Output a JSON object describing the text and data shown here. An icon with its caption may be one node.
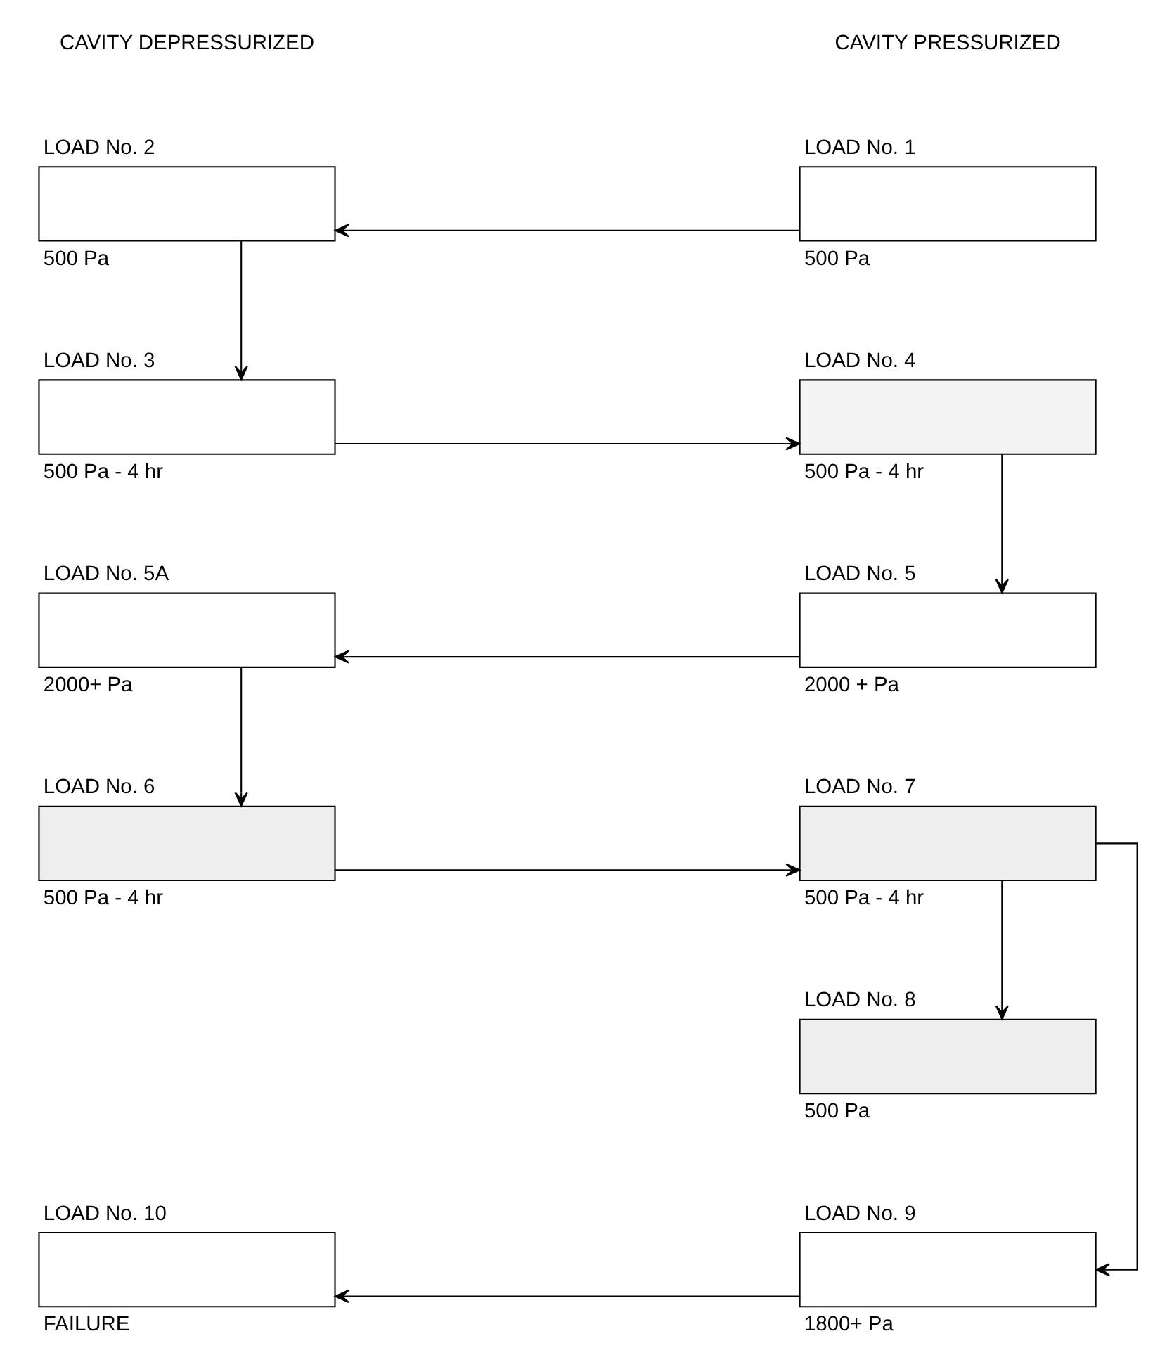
{
  "diagram": {
    "nodes": [
      {
        "text": [
          "LOAD No. 2"
        ],
        "beside": [
          "500 Pa"
        ]
      },
      {
        "text": [
          "LOAD No. 1"
        ],
        "beside": [
          "500 Pa"
        ]
      },
      {
        "text": [
          "LOAD No. 3"
        ],
        "beside": [
          "500 Pa - 4 hr"
        ]
      },
      {
        "text": [
          "LOAD No. 4"
        ],
        "beside": [
          "500 Pa - 4 hr"
        ]
      },
      {
        "text": [
          "LOAD No. 5A"
        ],
        "beside": [
          "2000+ Pa"
        ]
      },
      {
        "text": [
          "LOAD No. 5"
        ],
        "beside": [
          "2000 + Pa"
        ]
      },
      {
        "text": [
          "LOAD No. 6"
        ],
        "beside": [
          "500 Pa - 4 hr"
        ]
      },
      {
        "text": [
          "LOAD No. 7"
        ],
        "beside": [
          "500 Pa - 4 hr"
        ]
      },
      {
        "text": [
          "LOAD No. 8"
        ],
        "beside": [
          "500 Pa"
        ]
      },
      {
        "text": [
          "LOAD No. 10"
        ],
        "beside": [
          "FAILURE"
        ]
      },
      {
        "text": [
          "LOAD No. 9"
        ],
        "beside": [
          "1800+ Pa"
        ]
      }
    ],
    "edges": [
      {
        "from": 1,
        "to": 0,
        "arrow": "to"
      },
      {
        "from": 0,
        "to": 2,
        "arrow": "to"
      },
      {
        "from": 2,
        "to": 3,
        "arrow": "to"
      },
      {
        "from": 3,
        "to": 5,
        "arrow": "to"
      },
      {
        "from": 5,
        "to": 4,
        "arrow": "to"
      },
      {
        "from": 4,
        "to": 6,
        "arrow": "to"
      },
      {
        "from": 6,
        "to": 7,
        "arrow": "to"
      },
      {
        "from": 7,
        "to": 8,
        "arrow": "to"
      },
      {
        "from": 7,
        "to": 10,
        "arrow": "to"
      },
      {
        "from": 10,
        "to": 9,
        "arrow": "to"
      }
    ],
    "labels": [
      "CAVITY DEPRESSURIZED",
      "CAVITY PRESSURIZED"
    ]
  }
}
